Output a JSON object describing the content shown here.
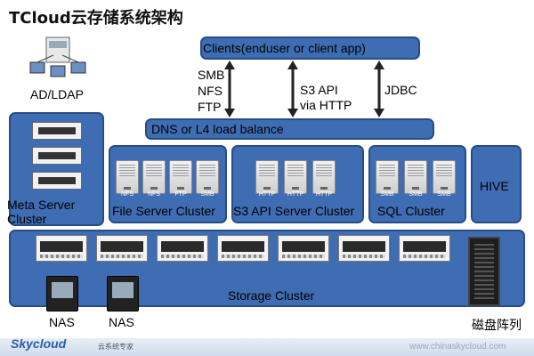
{
  "title": "TCloud云存储系统架构",
  "clients": "Clients(enduser or client app)",
  "protocols": {
    "smb_nfs_ftp": [
      "SMB",
      "NFS",
      "FTP"
    ],
    "s3": [
      "S3 API",
      "via HTTP"
    ],
    "jdbc": "JDBC"
  },
  "ad_ldap": "AD/LDAP",
  "dns": "DNS or L4 load balance",
  "meta_server": [
    "Meta Server",
    "Cluster"
  ],
  "file_server": {
    "label": "File Server Cluster",
    "servers": [
      "NFS",
      "NFS",
      "FTP",
      "SMB"
    ]
  },
  "s3_server": {
    "label": "S3 API Server Cluster",
    "servers": [
      "HTTP",
      "HTTP",
      "HTTP"
    ]
  },
  "sql_server": {
    "label": "SQL Cluster",
    "servers": [
      "SMB",
      "SMB",
      "SMB"
    ]
  },
  "hive": "HIVE",
  "storage": "Storage Cluster",
  "nas": [
    "NAS",
    "NAS"
  ],
  "disk_array": "磁盘阵列",
  "footer": {
    "logo": "Skycloud",
    "logo_sub": "云系统专家",
    "watermark": "www.chinaskycloud.com"
  },
  "colors": {
    "box": "#3f6db3",
    "box_border": "#274d86"
  }
}
